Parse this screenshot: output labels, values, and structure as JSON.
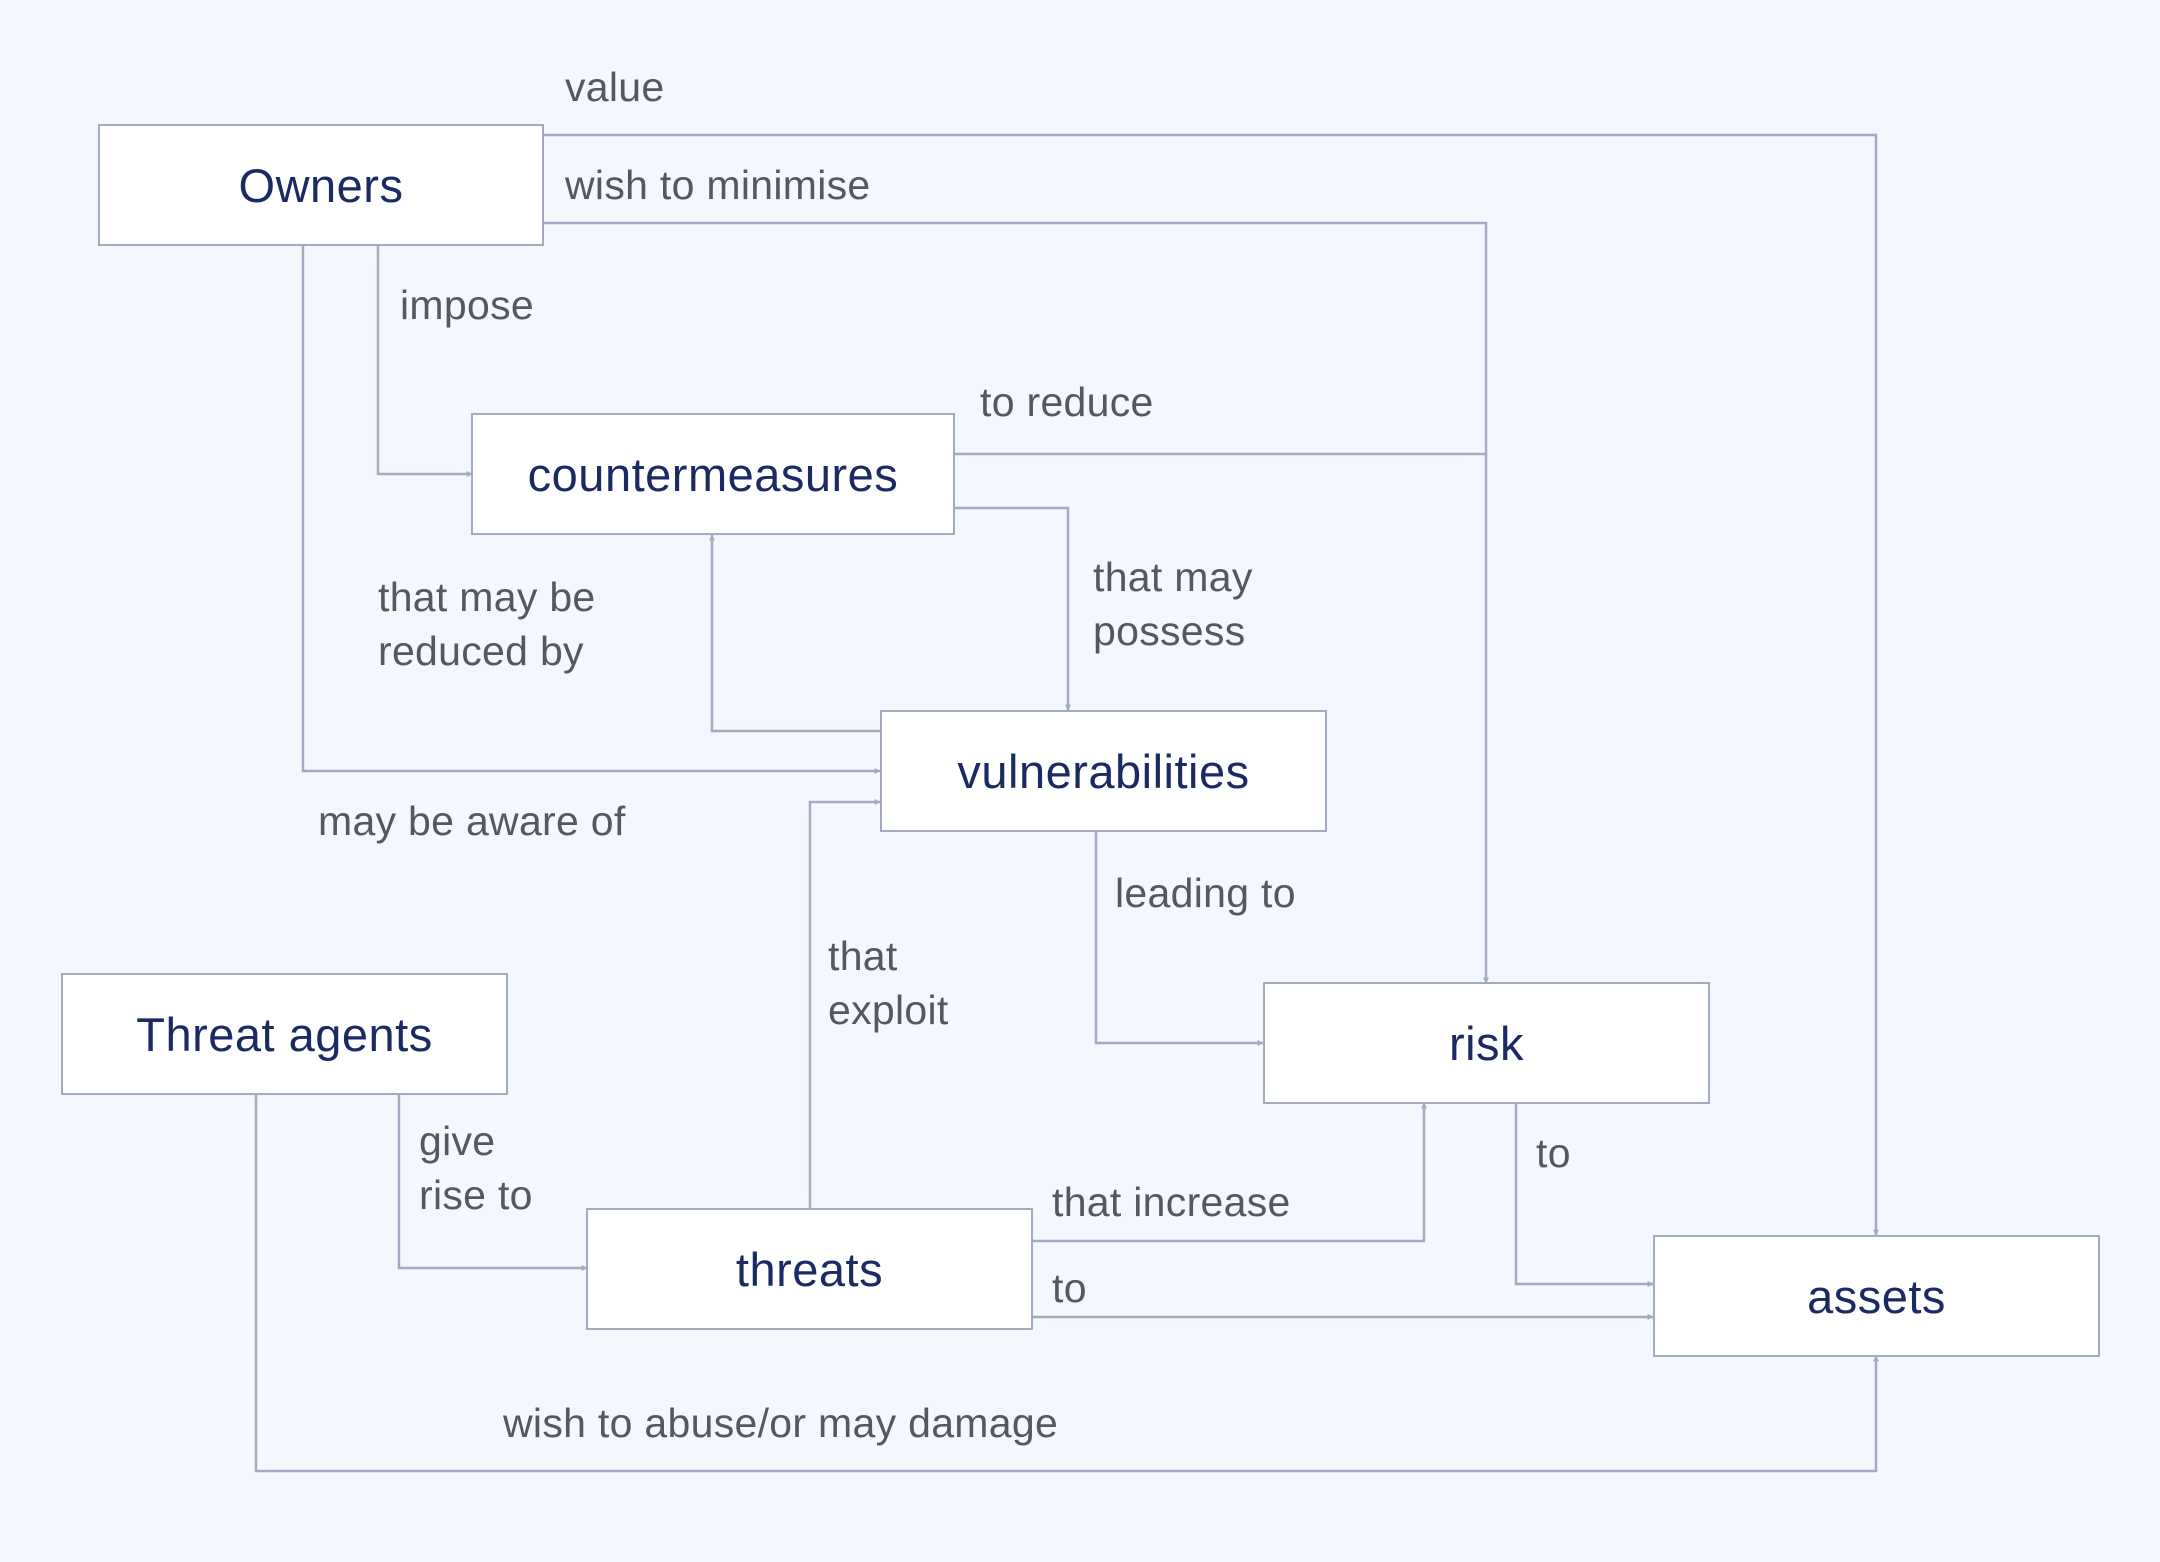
{
  "nodes": {
    "owners": "Owners",
    "countermeasures": "countermeasures",
    "vulnerabilities": "vulnerabilities",
    "threat_agents": "Threat agents",
    "threats": "threats",
    "risk": "risk",
    "assets": "assets"
  },
  "edge_labels": {
    "value": "value",
    "wish_to_minimise": "wish to minimise",
    "impose": "impose",
    "to_reduce": "to reduce",
    "that_may_possess": "that may\npossess",
    "that_may_be_reduced_by": "that may be\nreduced by",
    "may_be_aware_of": "may be aware of",
    "leading_to": "leading to",
    "that_exploit": "that\nexploit",
    "give_rise_to": "give\nrise to",
    "that_increase": "that increase",
    "risk_to": "to",
    "threats_to": "to",
    "wish_to_abuse": "wish to abuse/or may damage"
  },
  "colors": {
    "background": "#f4f7fe",
    "connector": "#a3abc2",
    "node_text": "#1b2a63",
    "label_text": "#55585f"
  }
}
